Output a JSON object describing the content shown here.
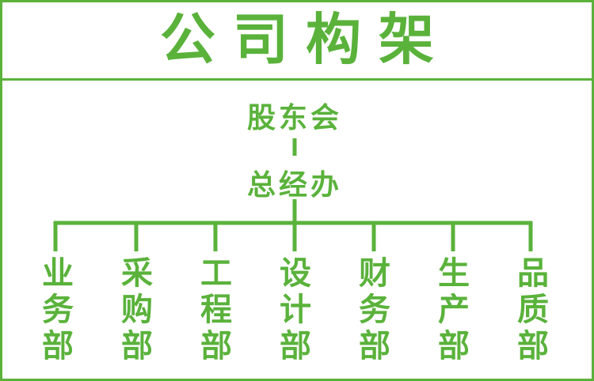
{
  "title": "公司构架",
  "root": "股东会",
  "office": "总经办",
  "departments": [
    "业务部",
    "采购部",
    "工程部",
    "设计部",
    "财务部",
    "生产部",
    "品质部"
  ],
  "colors": {
    "accent": "#5ab23b",
    "background": "#ffffff"
  }
}
